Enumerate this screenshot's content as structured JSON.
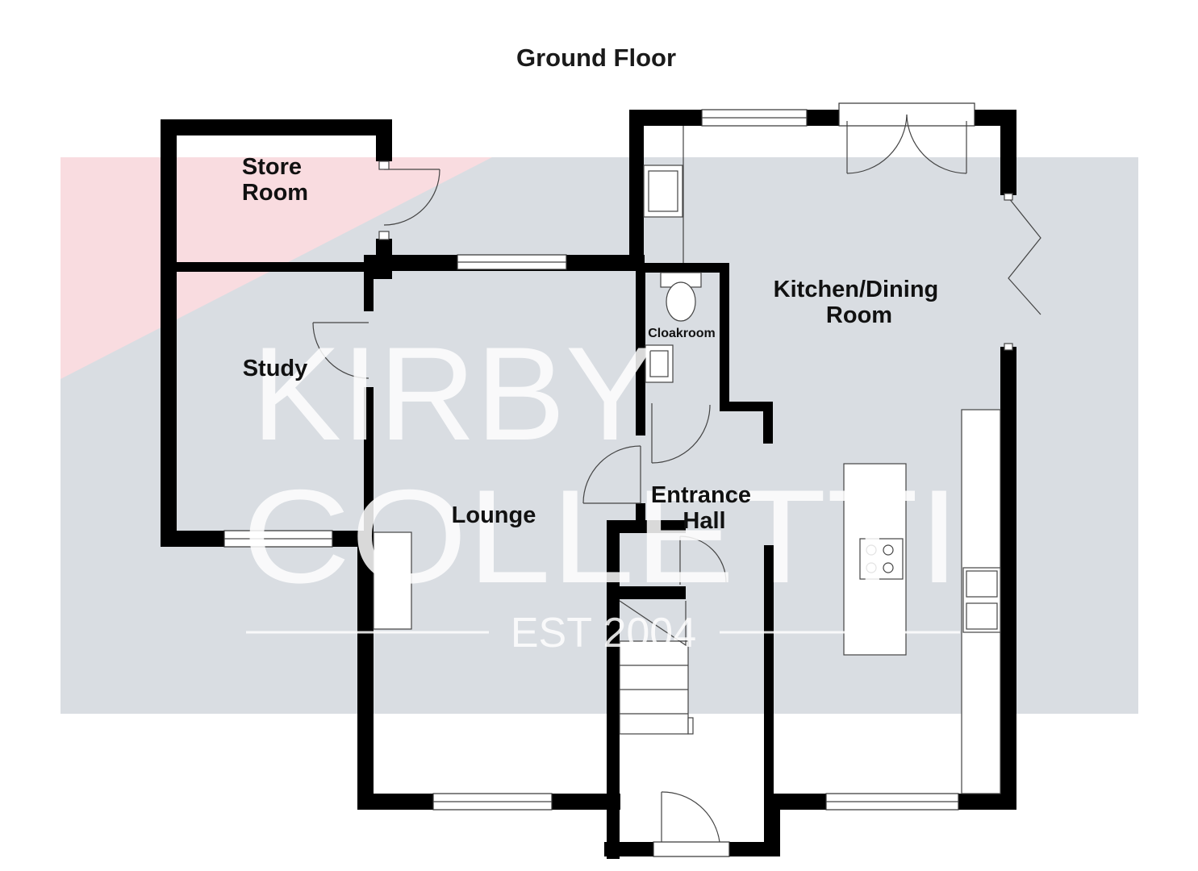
{
  "floor_title": "Ground Floor",
  "rooms": {
    "store_room": [
      "Store",
      "Room"
    ],
    "study": "Study",
    "lounge": "Lounge",
    "cloakroom": "Cloakroom",
    "entrance_hall": [
      "Entrance",
      "Hall"
    ],
    "kitchen_dining": [
      "Kitchen/Dining",
      "Room"
    ]
  },
  "watermark": {
    "line1": "KIRBY",
    "line2": "COLLETTI",
    "line3": "EST 2004"
  },
  "colors": {
    "watermark_band": "#d9dde2",
    "watermark_accent": "#f9dce0",
    "wall": "#000000"
  }
}
